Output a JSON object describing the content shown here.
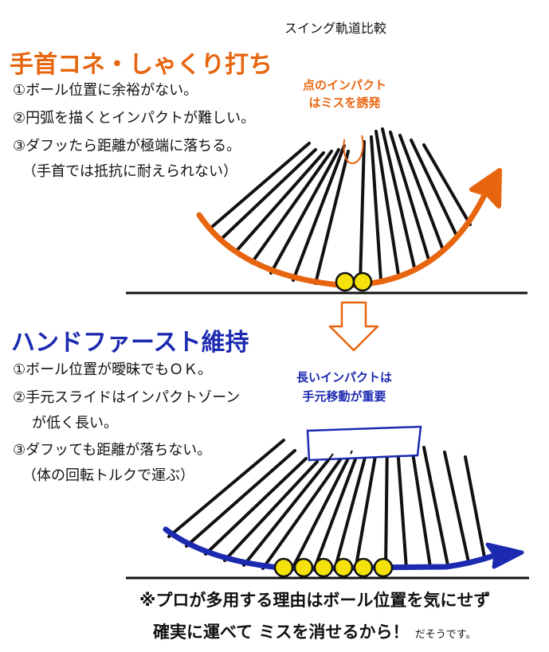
{
  "page_title": "スイング軌道比較",
  "section1": {
    "heading": "手首コネ・しゃくり打ち",
    "points": [
      "①ボール位置に余裕がない。",
      "②円弧を描くとインパクトが難しい。",
      "③ダフッたら距離が極端に落ちる。",
      "（手首では抵抗に耐えられない）"
    ],
    "callout": [
      "点のインパクト",
      "はミスを誘発"
    ],
    "ball_count": 2
  },
  "section2": {
    "heading": "ハンドファースト維持",
    "points": [
      "①ボール位置が曖昧でもＯＫ。",
      "②手元スライドはインパクトゾーン",
      "が低く長い。",
      "③ダフッても距離が落ちない。",
      "（体の回転トルクで運ぶ）"
    ],
    "callout": [
      "長いインパクトは",
      "手元移動が重要"
    ],
    "ball_count": 6
  },
  "footer": {
    "line1": "※プロが多用する理由はボール位置を気にせず",
    "line2": "確実に運べて ミスを消せるから！",
    "line2_small": "だそうです。"
  },
  "colors": {
    "orange": "#e8650f",
    "blue": "#1c2ab0",
    "ball": "#f5e20a",
    "line": "#111111"
  }
}
